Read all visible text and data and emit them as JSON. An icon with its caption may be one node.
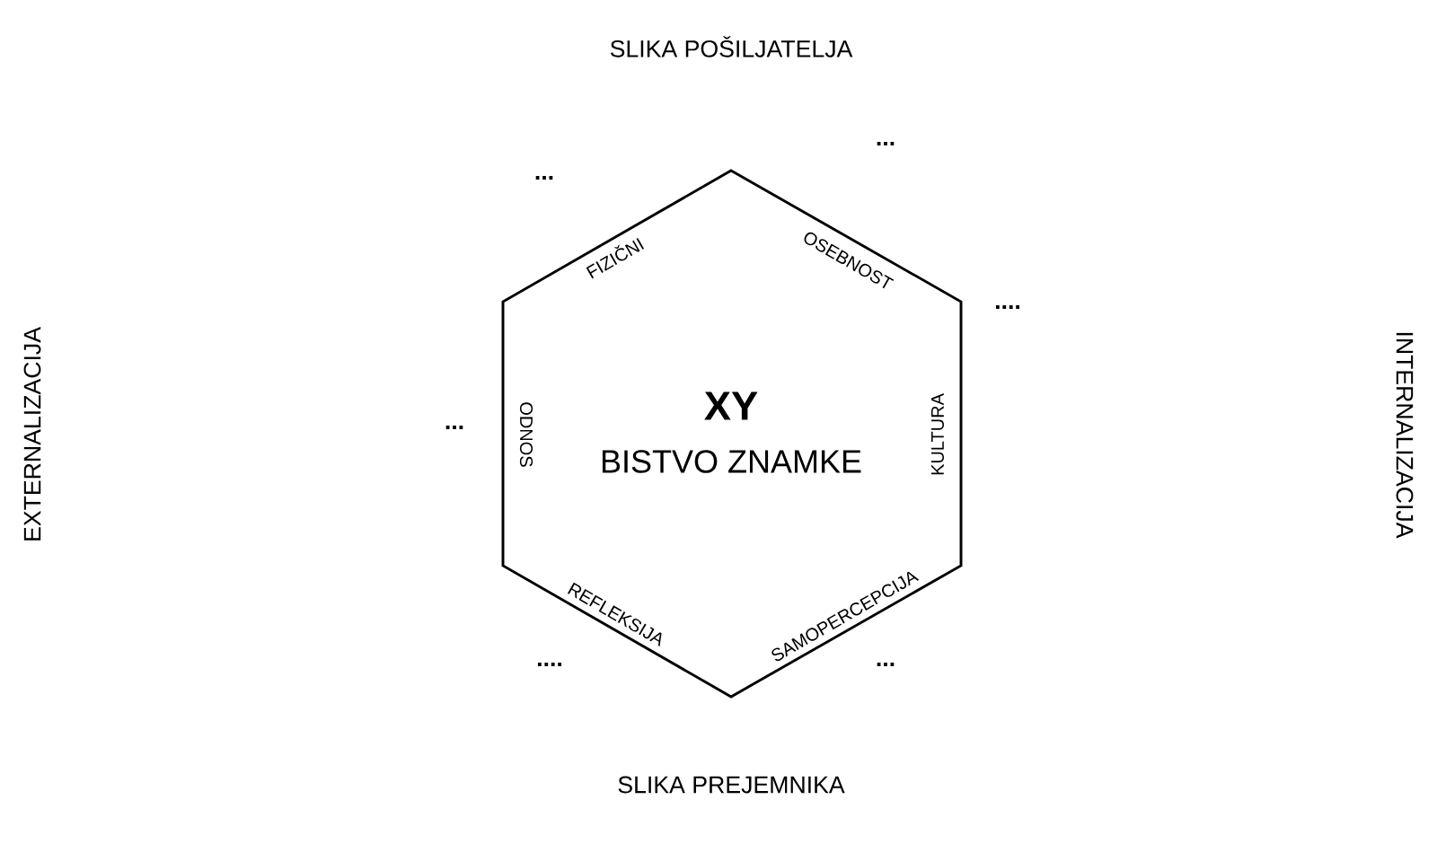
{
  "diagram": {
    "nodes": [
      {
        "text": [
          "XY",
          "BISTVO ZNAMKE",
          "FIZIČNI",
          "OSEBNOST",
          "KULTURA",
          "SAMOPERCEPCIJA",
          "REFLEKSIJA",
          "ODNOS"
        ]
      }
    ],
    "edges": [],
    "labels": [
      "SLIKA POŠILJATELJA",
      "...",
      "...",
      "....",
      "EXTERNALIZACIJA",
      "...",
      "INTERNALIZACIJA",
      "....",
      "...",
      "SLIKA PREJEMNIKA"
    ]
  }
}
